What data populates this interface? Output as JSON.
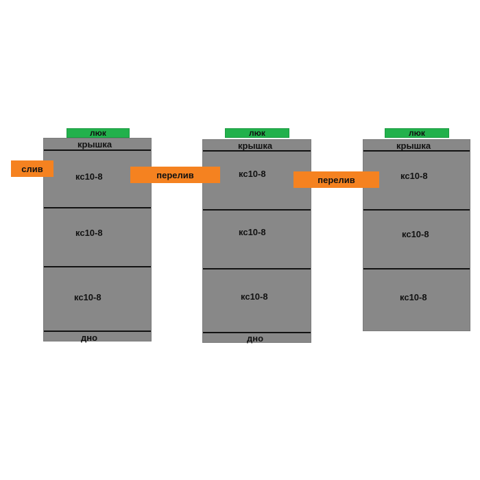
{
  "tanks": [
    {
      "hatch": "люк",
      "lid": "крышка",
      "rings": [
        "кс10-8",
        "кс10-8",
        "кс10-8"
      ],
      "bottom": "дно"
    },
    {
      "hatch": "люк",
      "lid": "крышка",
      "rings": [
        "кс10-8",
        "кс10-8",
        "кс10-8"
      ],
      "bottom": "дно"
    },
    {
      "hatch": "люк",
      "lid": "крышка",
      "rings": [
        "кс10-8",
        "кс10-8",
        "кс10-8"
      ]
    }
  ],
  "pipes": {
    "inlet": "слив",
    "overflow_1": "перелив",
    "overflow_2": "перелив"
  },
  "colors": {
    "tank": "#888888",
    "hatch": "#22b14c",
    "pipe": "#f58220",
    "line": "#111111"
  }
}
